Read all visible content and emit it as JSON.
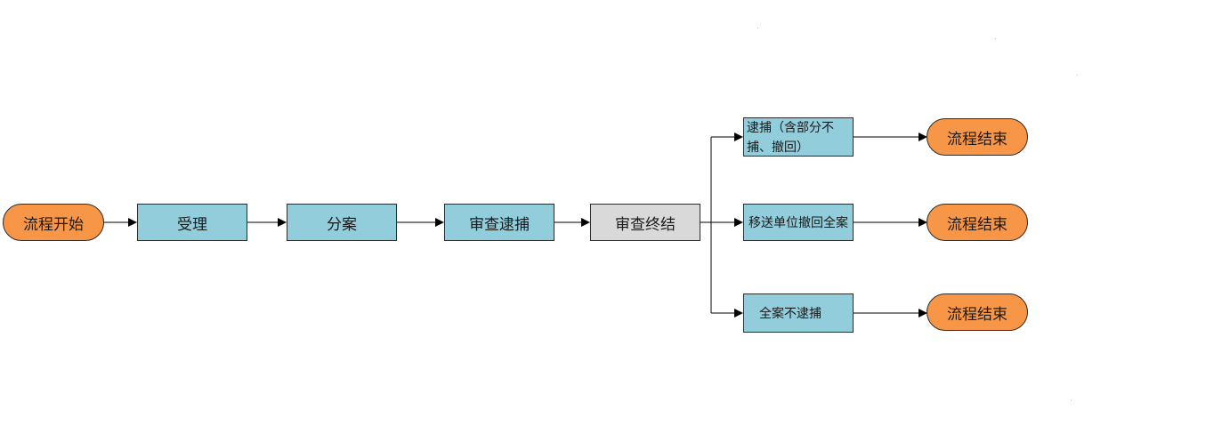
{
  "nodes": {
    "start": "流程开始",
    "accept": "受理",
    "assign": "分案",
    "review": "审查逮捕",
    "review_end": "审查终结",
    "outcome_arrest": "逮捕（含部分不捕、撤回）",
    "outcome_transfer": "移送单位撤回全案",
    "outcome_no_arrest": "全案不逮捕",
    "end_1": "流程结束",
    "end_2": "流程结束",
    "end_3": "流程结束"
  },
  "colors": {
    "terminal": "#f79646",
    "process": "#92cddc",
    "process_gray": "#d9d9d9",
    "line": "#000000"
  }
}
